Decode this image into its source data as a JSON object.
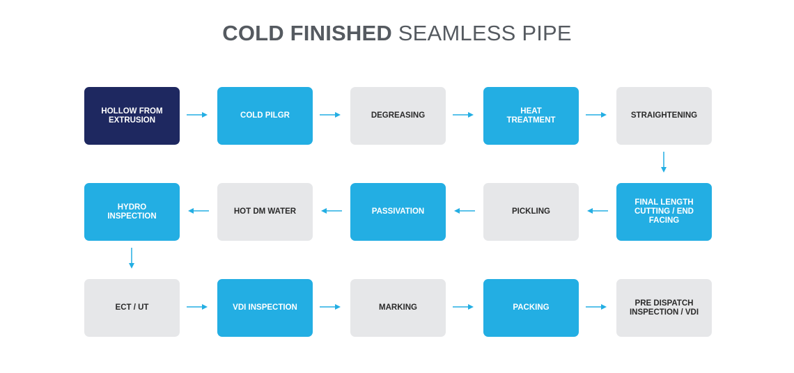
{
  "title": {
    "bold": "COLD FINISHED",
    "light": "SEAMLESS PIPE"
  },
  "colors": {
    "dark": "#1e2860",
    "blue": "#23aee3",
    "gray": "#e6e7e9",
    "arrow": "#23aee3",
    "title": "#555a60"
  },
  "steps": [
    {
      "label": "HOLLOW FROM\nEXTRUSION",
      "style": "dark"
    },
    {
      "label": "COLD PILGR",
      "style": "blue"
    },
    {
      "label": "DEGREASING",
      "style": "gray"
    },
    {
      "label": "HEAT\nTREATMENT",
      "style": "blue"
    },
    {
      "label": "STRAIGHTENING",
      "style": "gray"
    },
    {
      "label": "FINAL LENGTH\nCUTTING / END\nFACING",
      "style": "blue"
    },
    {
      "label": "PICKLING",
      "style": "gray"
    },
    {
      "label": "PASSIVATION",
      "style": "blue"
    },
    {
      "label": "HOT DM WATER",
      "style": "gray"
    },
    {
      "label": "HYDRO\nINSPECTION",
      "style": "blue"
    },
    {
      "label": "ECT / UT",
      "style": "gray"
    },
    {
      "label": "VDI INSPECTION",
      "style": "blue"
    },
    {
      "label": "MARKING",
      "style": "gray"
    },
    {
      "label": "PACKING",
      "style": "blue"
    },
    {
      "label": "PRE DISPATCH\nINSPECTION / VDI",
      "style": "gray"
    }
  ]
}
